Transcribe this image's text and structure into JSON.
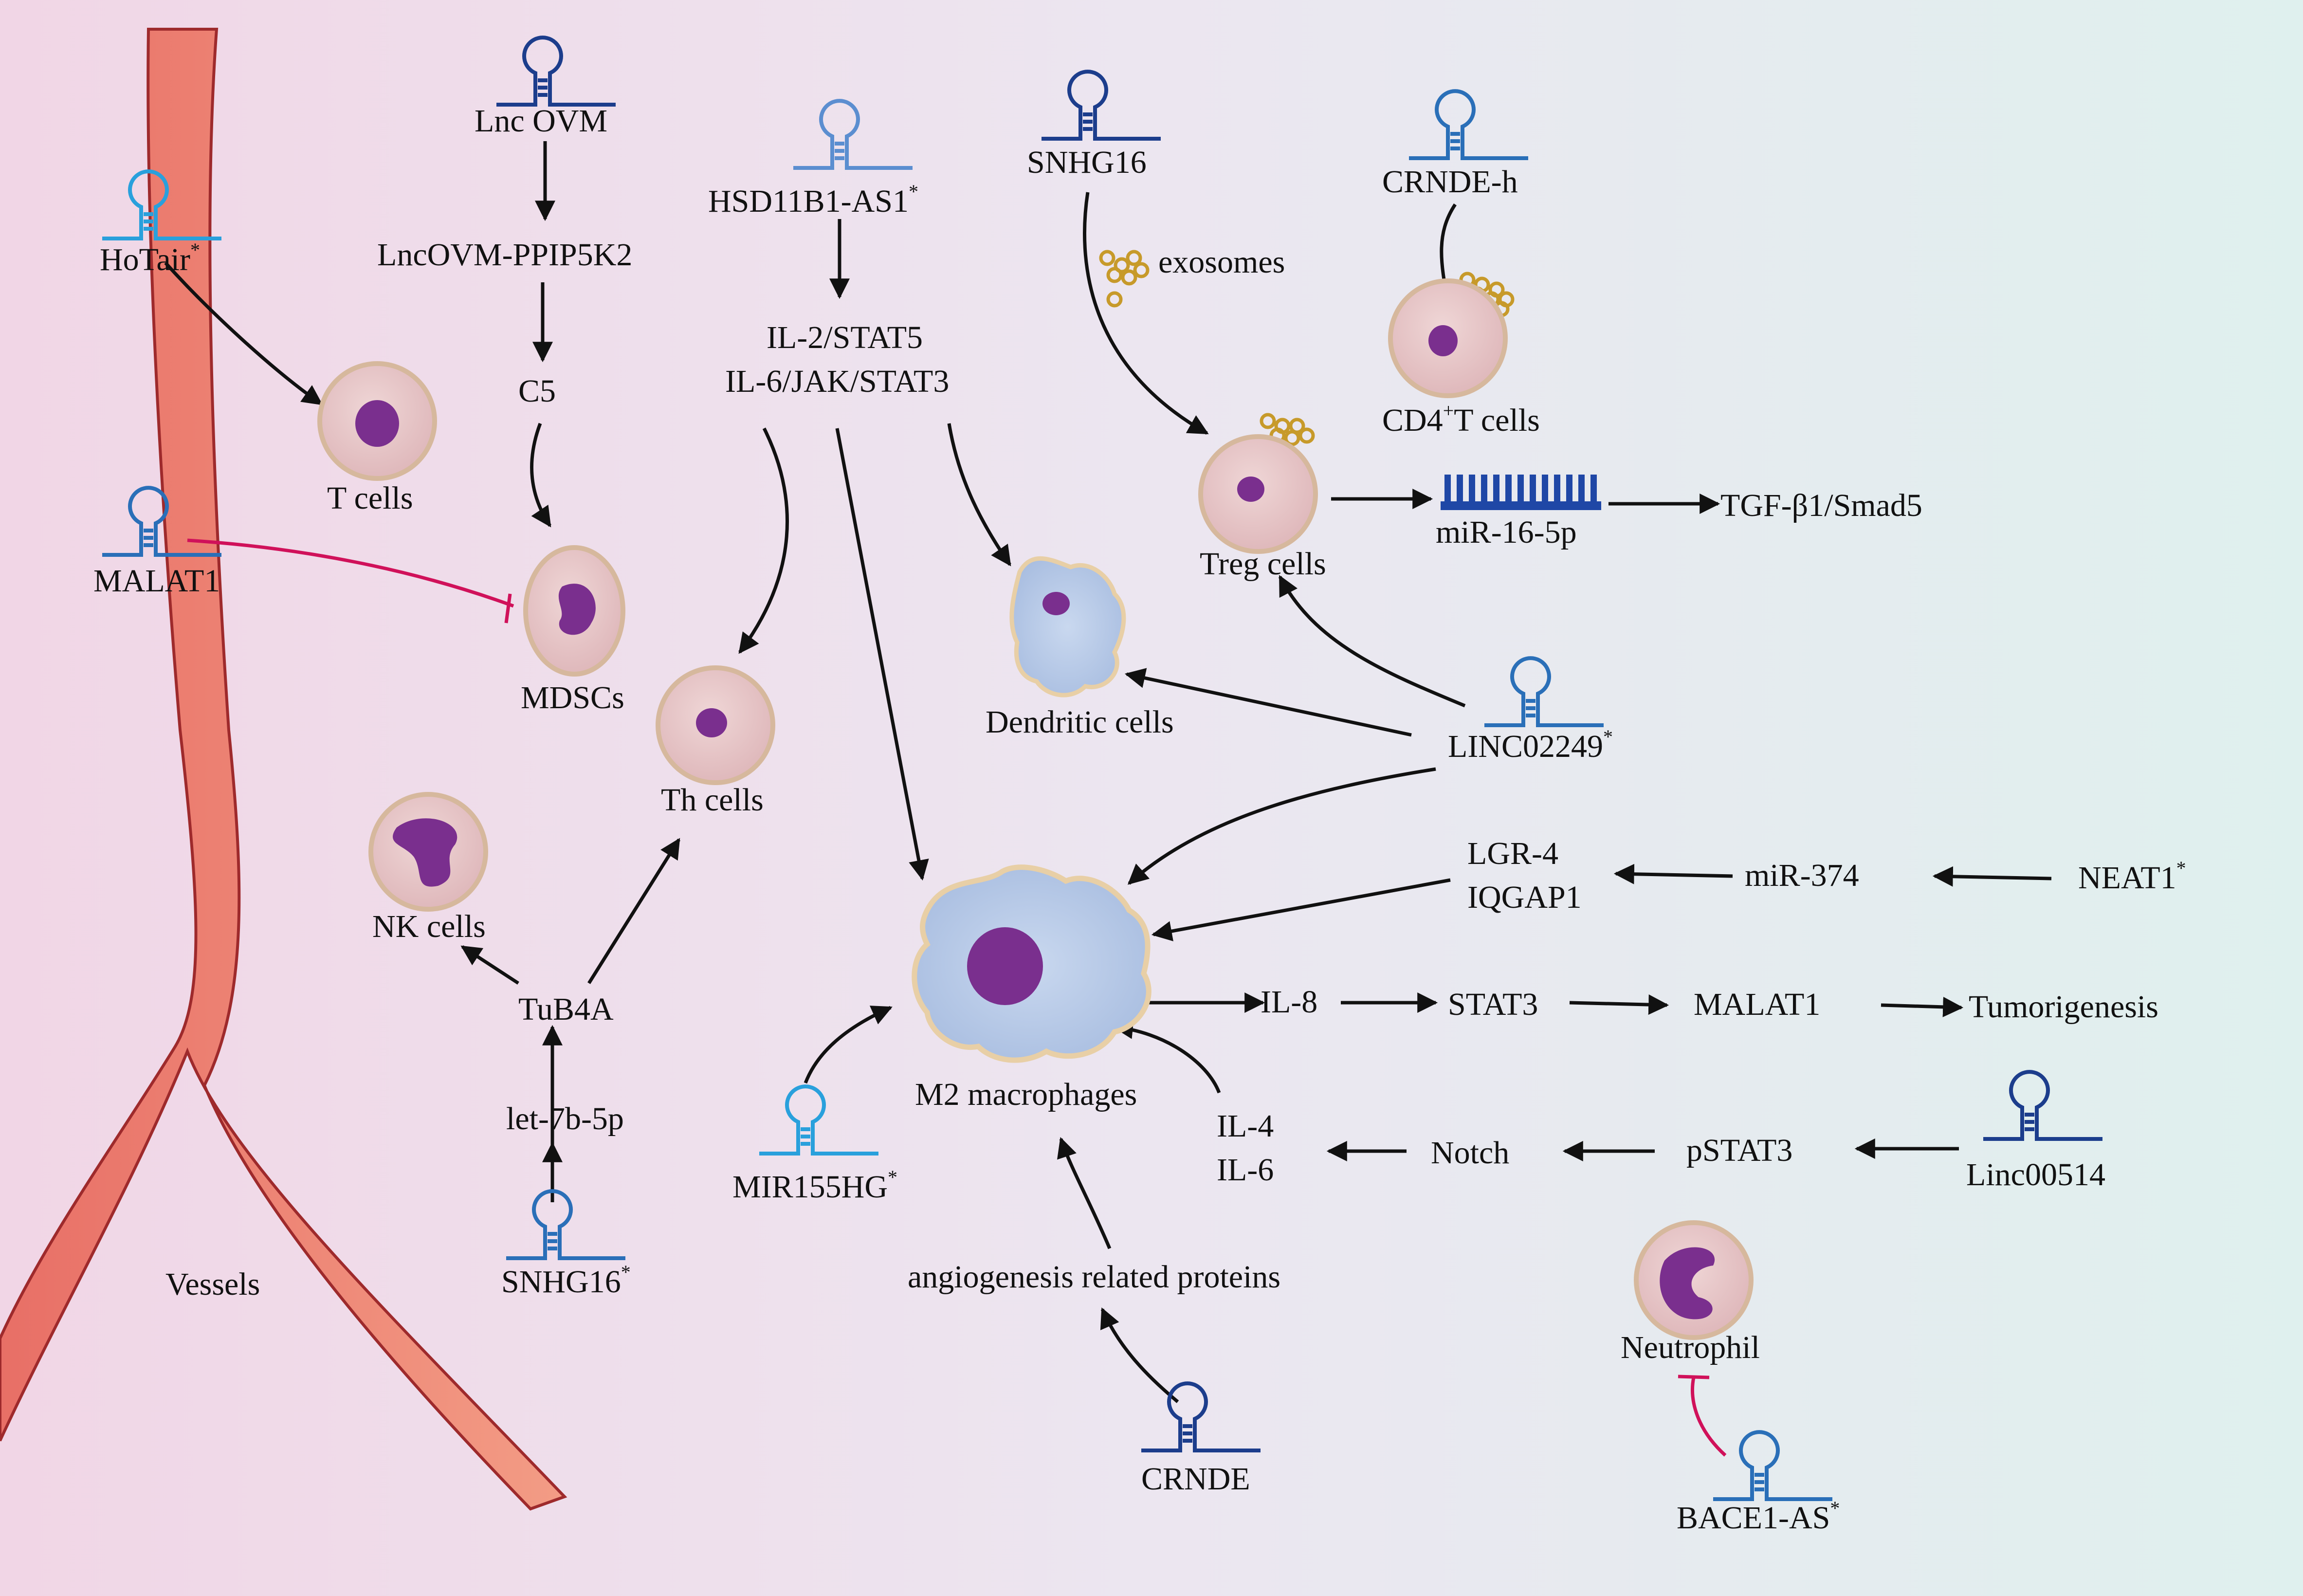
{
  "colors": {
    "background_left": "#f1d6e6",
    "background_mid": "#ece6f0",
    "background_right": "#dff0ee",
    "vessel_fill": "#ef8b78",
    "vessel_edge": "#9e2a2c",
    "arrow": "#111111",
    "inhibit": "#d0115a",
    "rna_light": "#29a0dc",
    "rna_mid": "#2a6fb8",
    "rna_dark": "#1c3d8c",
    "cell_fill": "#e7c6c7",
    "cell_edge": "#d6b89d",
    "nucleus": "#7a2f8e",
    "macrophage_fill": "#b9cce8",
    "macrophage_edge": "#e8cfa6",
    "exosome": "#c79a2a",
    "receptor": "#1f47a6"
  },
  "lncrnas": {
    "hotair": "HoTair",
    "malat1": "MALAT1",
    "lnc_ovm": "Lnc OVM",
    "hsd11b1": "HSD11B1-AS1",
    "snhg16_top": "SNHG16",
    "crnde_h": "CRNDE-h",
    "linc02249": "LINC02249",
    "neat1": "NEAT1",
    "linc00514": "Linc00514",
    "mir155hg": "MIR155HG",
    "snhg16_bottom": "SNHG16",
    "crnde": "CRNDE",
    "bace1": "BACE1-AS"
  },
  "star": "*",
  "cells": {
    "t_cells": "T cells",
    "mdscs": "MDSCs",
    "th_cells": "Th cells",
    "nk_cells": "NK cells",
    "dendritic": "Dendritic cells",
    "treg": "Treg cells",
    "cd4_prefix": "CD4",
    "cd4_sup": "+",
    "cd4_suffix": "T cells",
    "m2": "M2 macrophages",
    "neutrophil": "Neutrophil"
  },
  "molecules": {
    "lncovm_ppip5k2": "LncOVM-PPIP5K2",
    "c5": "C5",
    "il2_stat5": "IL-2/STAT5",
    "il6_jak_stat3": "IL-6/JAK/STAT3",
    "exosomes": "exosomes",
    "mir16": "miR-16-5p",
    "tgf": "TGF-β1/Smad5",
    "lgr4": "LGR-4",
    "iqgap1": "IQGAP1",
    "mir374": "miR-374",
    "il8": "IL-8",
    "stat3": "STAT3",
    "malat1_b": "MALAT1",
    "tumorigenesis": "Tumorigenesis",
    "il4": "IL-4",
    "il6": "IL-6",
    "notch": "Notch",
    "pstat3": "pSTAT3",
    "tub4a": "TuB4A",
    "let7b": "let-7b-5p",
    "angio": "angiogenesis related proteins",
    "vessels": "Vessels"
  }
}
